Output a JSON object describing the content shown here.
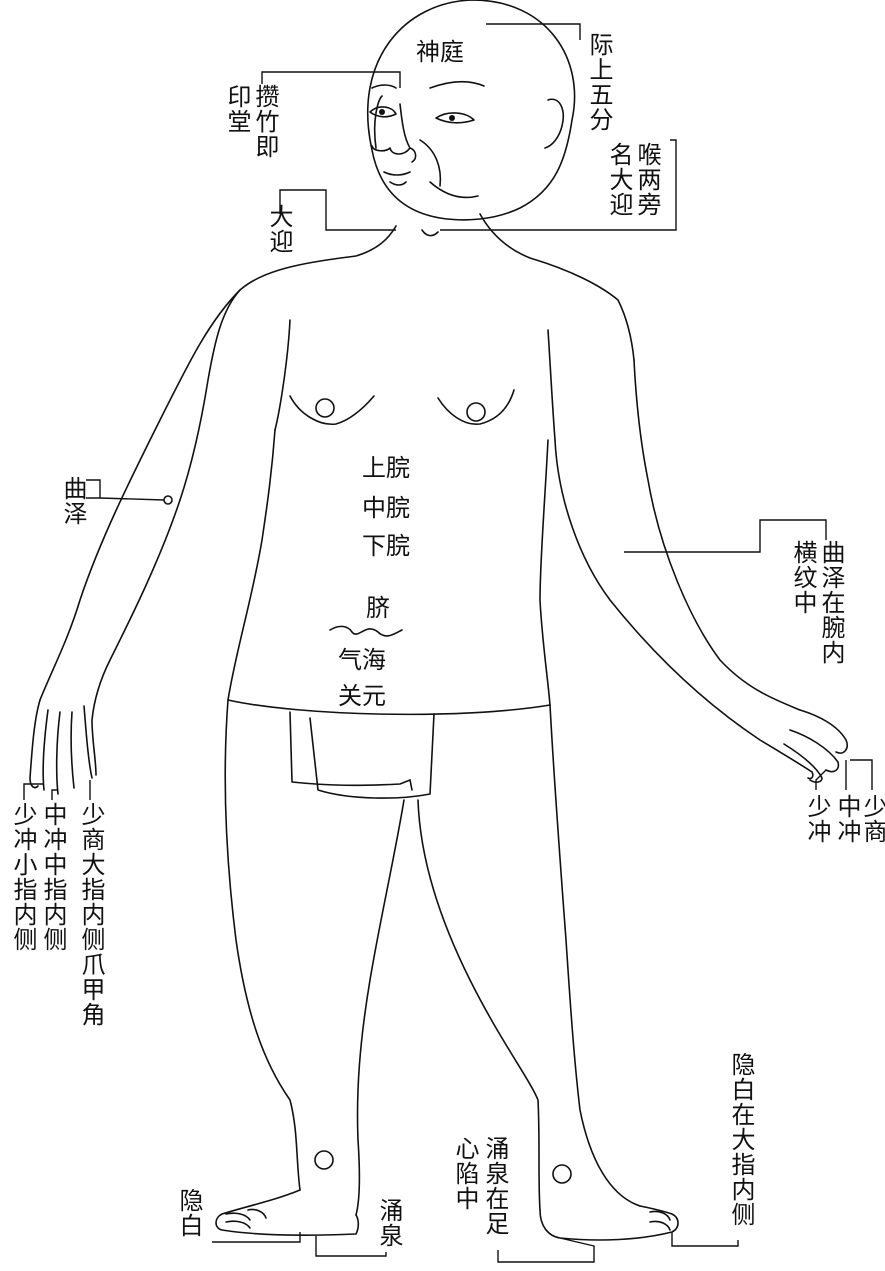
{
  "labels": {
    "shenting": "神庭",
    "jishang_wufen": "际上五分",
    "zanzhu": "攒竹即",
    "yintang": "印堂",
    "houliangpang": "喉两旁",
    "ming_daying": "名大迎",
    "daying": "大迎",
    "quze_left": "曲泽",
    "shangwan": "上脘",
    "zhongwan": "中脘",
    "xiawan": "下脘",
    "qi": "脐",
    "qihai": "气海",
    "guanyuan": "关元",
    "quze_wan": "曲泽在腕内",
    "hengwen_zhong": "横纹中",
    "shaochong_left": "少冲小指内侧",
    "zhongchong_left": "中冲中指内侧",
    "shaoshang_left": "少商大指内侧爪甲角",
    "shaochong_right": "少冲",
    "zhongchong_right": "中冲",
    "shaoshang_right": "少商",
    "yinbai_left": "隐白",
    "yongquan_left": "涌泉",
    "yongquan_zai": "涌泉在足",
    "xin_xianzhong": "心陷中",
    "yinbai_zai": "隐白在大指内侧"
  }
}
